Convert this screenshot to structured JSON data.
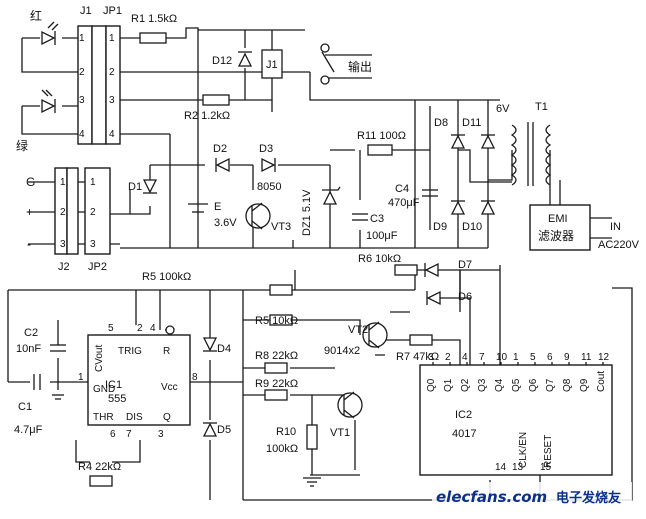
{
  "connectors": {
    "j1": {
      "label": "J1",
      "pins": [
        "1",
        "2",
        "3",
        "4"
      ]
    },
    "jp1": {
      "label": "JP1",
      "pins": [
        "1",
        "2",
        "3",
        "4"
      ]
    },
    "j2": {
      "label": "J2",
      "pins": [
        "1",
        "2",
        "3"
      ]
    },
    "jp2": {
      "label": "JP2",
      "pins": [
        "1",
        "2",
        "3"
      ]
    },
    "j2_side": [
      "G",
      "+",
      "-"
    ]
  },
  "leds": {
    "red": "红",
    "green": "绿"
  },
  "components": {
    "r1": "R1  1.5kΩ",
    "r2": "R2  1.2kΩ",
    "d12": "D12",
    "relay": "J1",
    "output": "输出",
    "d2": "D2",
    "d3": "D3",
    "d1": "D1",
    "battery_name": "E",
    "battery_value": "3.6V",
    "vt3_type": "8050",
    "vt3": "VT3",
    "dz1": "DZ1  5.1V",
    "r11": "R11  100Ω",
    "c4_name": "C4",
    "c4_value": "470μF",
    "c3_name": "C3",
    "c3_value": "100μF",
    "d8": "D8",
    "d9": "D9",
    "d10": "D10",
    "d11": "D11",
    "t1": "T1",
    "six_v": "6V",
    "emi_line1": "EMI",
    "emi_line2": "滤波器",
    "in_line1": "IN",
    "in_line2": "AC220V",
    "r5a": "R5  100kΩ",
    "r6": "R6  10kΩ",
    "d7": "D7",
    "d6": "D6",
    "r5b": "R5  10kΩ",
    "vt2_name": "VT2",
    "vt2_type": "9014x2",
    "r7": "R7  47kΩ",
    "r8": "R8  22kΩ",
    "r9": "R9  22kΩ",
    "r10_name": "R10",
    "r10_value": "100kΩ",
    "vt1": "VT1",
    "d4": "D4",
    "d5": "D5",
    "c2_name": "C2",
    "c2_value": "10nF",
    "c1_name": "C1",
    "c1_value": "4.7μF",
    "r4": "R4  22kΩ"
  },
  "ic1": {
    "name": "IC1",
    "part": "555",
    "pins": {
      "cvout": "CVout",
      "trig": "TRIG",
      "r": "R",
      "gnd": "GND",
      "vcc": "Vcc",
      "thr": "THR",
      "dis": "DIS",
      "q": "Q"
    },
    "pin_numbers": {
      "p5": "5",
      "p2": "2",
      "p4": "4",
      "p1": "1",
      "p8": "8",
      "p6": "6",
      "p7": "7",
      "p3": "3"
    }
  },
  "ic2": {
    "name": "IC2",
    "part": "4017",
    "outputs": [
      "Q0",
      "Q1",
      "Q2",
      "Q3",
      "Q4",
      "Q5",
      "Q6",
      "Q7",
      "Q8",
      "Q9",
      "Cout"
    ],
    "top_pins": [
      "3",
      "2",
      "4",
      "7",
      "10",
      "1",
      "5",
      "6",
      "9",
      "11",
      "12"
    ],
    "bottom_labels": [
      "CLK/EN",
      "RESET"
    ],
    "bottom_pins": [
      "14",
      "13",
      "15"
    ]
  },
  "watermark": {
    "site": "elecfans.com",
    "cn": "电子发烧友"
  }
}
